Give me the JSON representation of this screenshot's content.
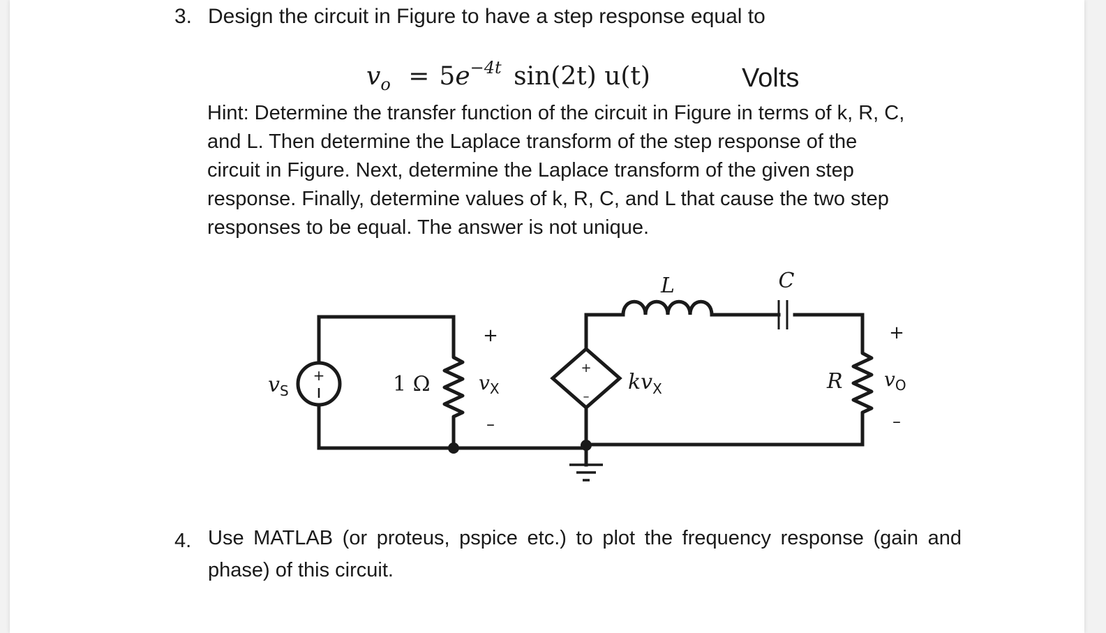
{
  "question3": {
    "number": "3.",
    "text": "Design the circuit in Figure to have a step response equal to",
    "formula": {
      "lhs_var": "v",
      "lhs_sub": "o",
      "equals": "=",
      "coef": "5",
      "base": "e",
      "exponent": "−4t",
      "rest": "sin(2t) u(t)"
    },
    "unit": "Volts",
    "hint_lines": [
      "Hint: Determine the transfer function of the circuit in Figure in terms of k, R, C,",
      "and L. Then determine the Laplace transform of the step response of the",
      "circuit in Figure. Next, determine the Laplace transform of the given step",
      "response. Finally, determine values of k, R, C, and L that cause the two step",
      "responses to be equal. The answer is not unique."
    ]
  },
  "circuit": {
    "vs_label": "v",
    "vs_sub": "S",
    "resistor1_label": "1 Ω",
    "vx_plus": "+",
    "vx_label": "v",
    "vx_sub": "X",
    "vx_minus": "–",
    "source_plus": "+",
    "source_minus": "–",
    "dep_label": "kv",
    "dep_sub": "X",
    "inductor_label": "L",
    "capacitor_label": "C",
    "resistor2_label": "R",
    "vo_plus": "+",
    "vo_label": "v",
    "vo_sub": "O",
    "vo_minus": "–"
  },
  "question4": {
    "number": "4.",
    "text": "Use MATLAB (or proteus, pspice etc.) to plot the frequency response (gain and phase) of this circuit."
  }
}
